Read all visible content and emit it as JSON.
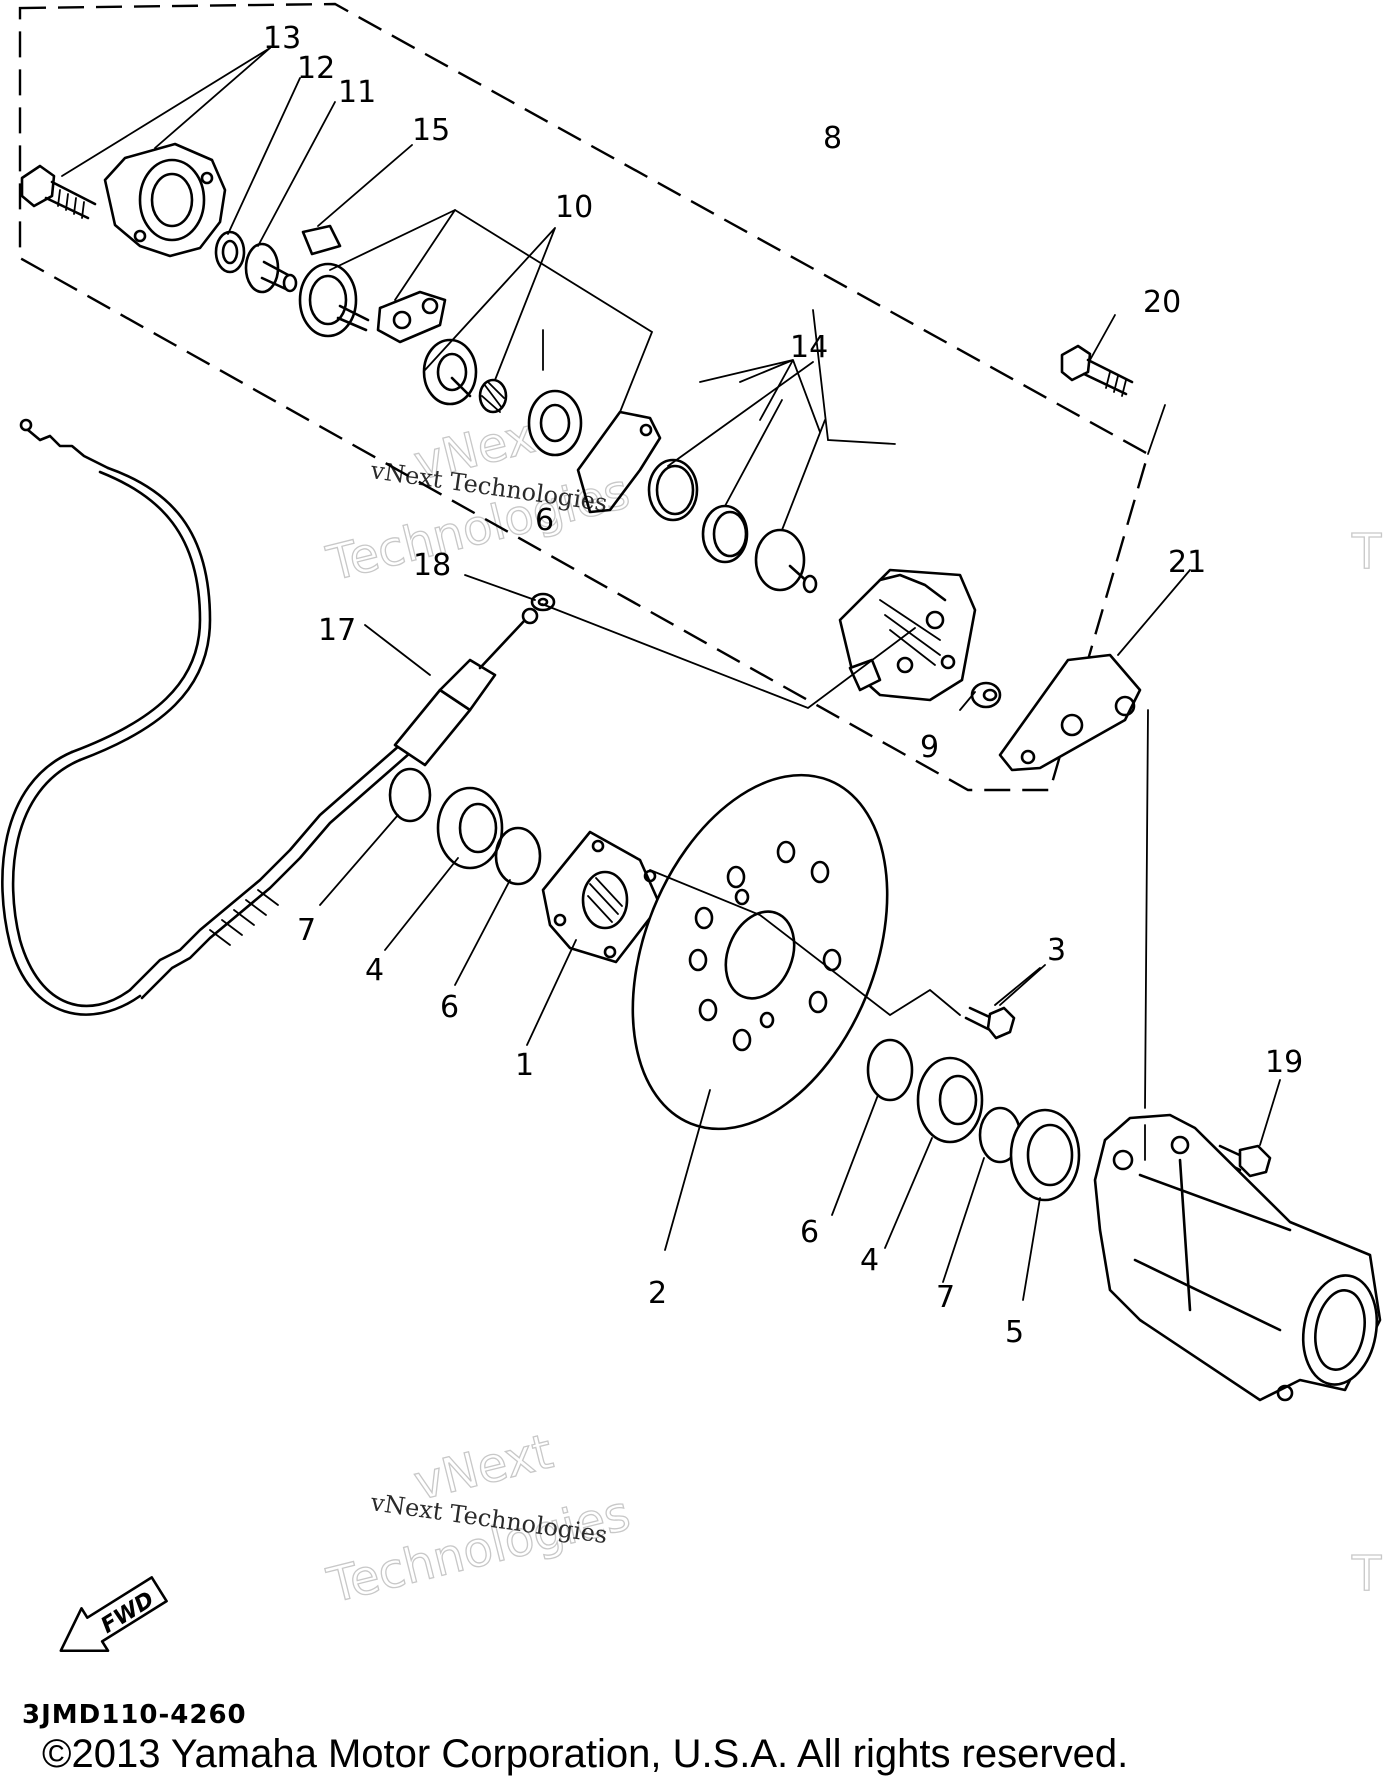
{
  "callouts": {
    "c1": "1",
    "c2": "2",
    "c3": "3",
    "c4a": "4",
    "c4b": "4",
    "c5": "5",
    "c6a": "6",
    "c6b": "6",
    "c6c": "6",
    "c7a": "7",
    "c7b": "7",
    "c8": "8",
    "c9": "9",
    "c10": "10",
    "c11": "11",
    "c12": "12",
    "c13": "13",
    "c14": "14",
    "c15": "15",
    "c17": "17",
    "c18": "18",
    "c19": "19",
    "c20": "20",
    "c21": "21"
  },
  "watermark": {
    "brand": "vNext",
    "word": "Technologies",
    "line": "vNext Technologies"
  },
  "fwd_label": "FWD",
  "diagram_code": "3JMD110-4260",
  "copyright": "©2013 Yamaha Motor Corporation, U.S.A. All rights reserved."
}
